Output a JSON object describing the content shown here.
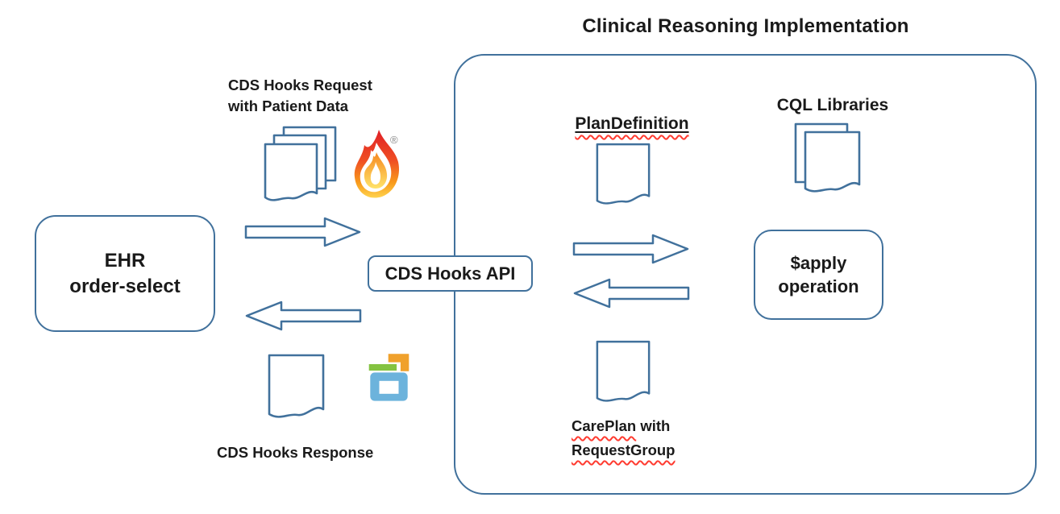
{
  "title": "Clinical Reasoning Implementation",
  "nodes": {
    "ehr": {
      "line1": "EHR",
      "line2": "order-select"
    },
    "cds_hooks_api": {
      "label": "CDS Hooks API"
    },
    "apply_operation": {
      "line1": "$apply",
      "line2": "operation"
    }
  },
  "labels": {
    "request_line1": "CDS Hooks Request",
    "request_line2": "with Patient Data",
    "response": "CDS Hooks Response",
    "plan_definition": "PlanDefinition",
    "cql_libraries": "CQL Libraries",
    "careplan_word": "CarePlan",
    "careplan_rest": " with",
    "requestgroup": "RequestGroup",
    "registered_mark": "®"
  },
  "icons": {
    "request_documents": "document-stack-3-icon",
    "response_document": "document-icon",
    "plan_definition_document": "document-icon",
    "careplan_document": "document-icon",
    "cql_documents": "document-stack-2-icon",
    "fhir_flame": "fhir-flame-icon",
    "cds_hooks_logo": "cds-hooks-logo-icon"
  },
  "colors": {
    "shape_border": "#41719C",
    "container_border": "#41719C",
    "text": "#1a1a1a",
    "squiggle": "#ff3b30",
    "flame_red": "#E01F26",
    "flame_orange": "#F6881F",
    "flame_yellow": "#FFD34E",
    "logo_orange": "#F0A12C",
    "logo_green": "#84C341",
    "logo_blue": "#6CB3DC"
  }
}
